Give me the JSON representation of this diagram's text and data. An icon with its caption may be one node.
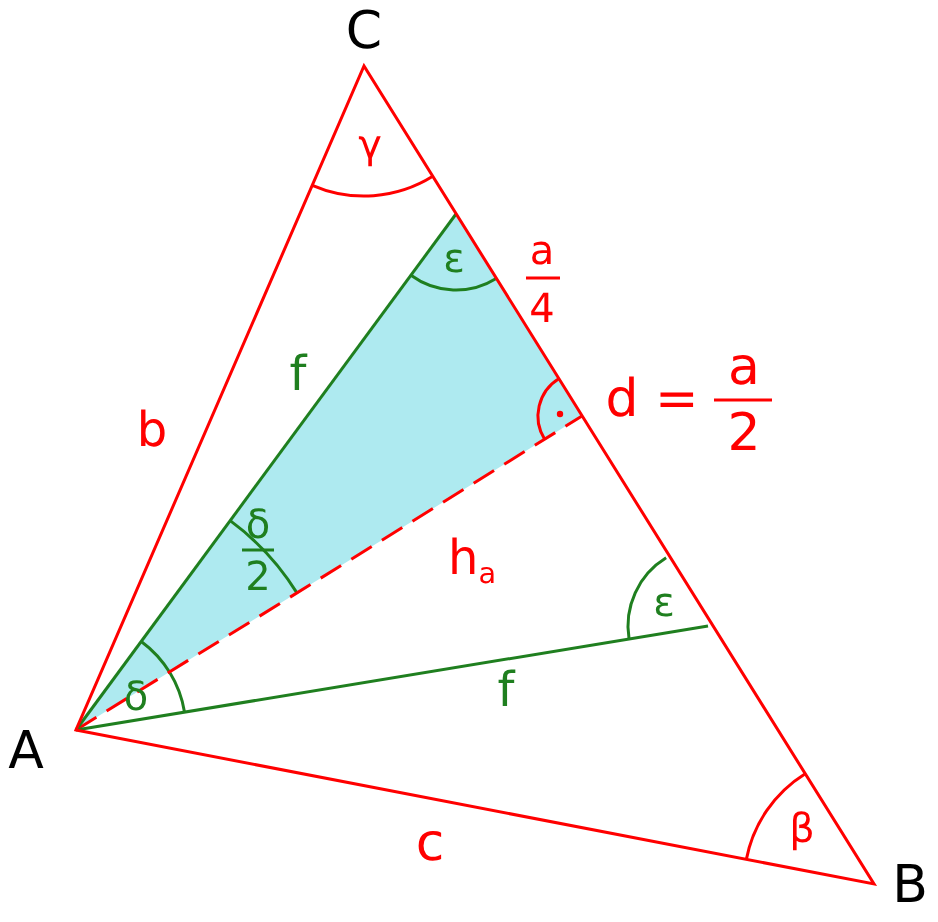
{
  "diagram": {
    "labels": [
      "C",
      "γ",
      "ε",
      "a",
      "4",
      "f",
      "b",
      "d =",
      "a",
      "2",
      "δ",
      "2",
      "h$_{a}$",
      "ε",
      "δ",
      "f",
      "A",
      "c",
      "β",
      "B"
    ]
  }
}
